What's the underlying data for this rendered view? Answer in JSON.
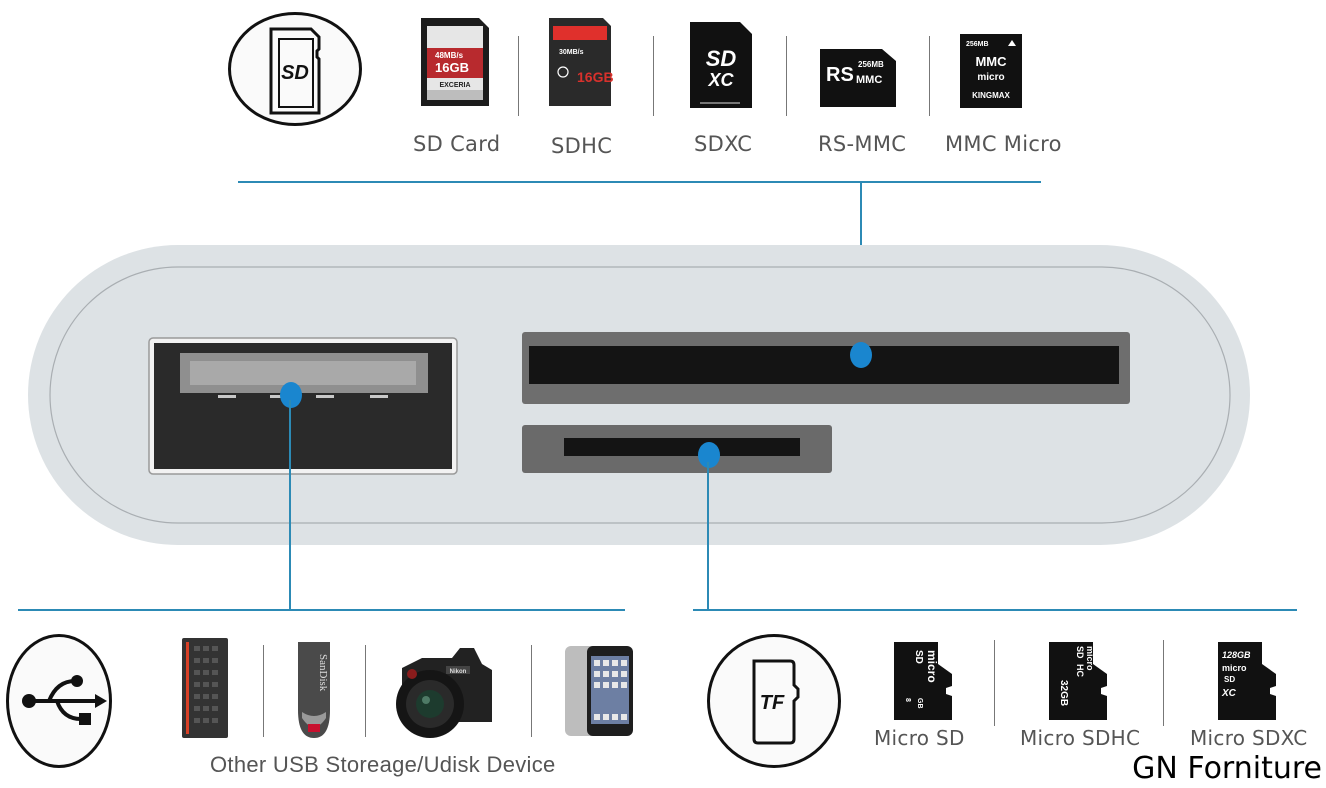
{
  "top_section": {
    "icon": "sd-card-icon",
    "icon_text": "SD",
    "cards": [
      {
        "label": "SD Card",
        "card_lines": [
          "48MB/s",
          "16GB",
          "EXCERIA"
        ]
      },
      {
        "label": "SDHC",
        "card_lines": [
          "30MB/s",
          "16GB"
        ]
      },
      {
        "label": "SDXC",
        "card_lines": [
          "SD",
          "XC"
        ]
      },
      {
        "label": "RS-MMC",
        "card_lines": [
          "RS",
          "256MB",
          "MMC"
        ]
      },
      {
        "label": "MMC Micro",
        "card_lines": [
          "256MB",
          "MMC",
          "micro",
          "KINGMAX"
        ]
      }
    ]
  },
  "usb_section": {
    "icon": "usb-icon",
    "devices": [
      "keyboard-icon",
      "usb-flash-drive-icon",
      "camera-icon",
      "smartphone-icon"
    ],
    "flash_drive_brand": "SanDisk",
    "camera_brand": "Nikon",
    "label": "Other USB Storeage/Udisk Device"
  },
  "tf_section": {
    "icon": "tf-card-icon",
    "icon_text": "TF",
    "cards": [
      {
        "label": "Micro SD",
        "card_lines": [
          "micro",
          "SD",
          "8",
          "GB"
        ]
      },
      {
        "label": "Micro SDHC",
        "card_lines": [
          "micro",
          "SD",
          "HC",
          "32GB"
        ]
      },
      {
        "label": "Micro SDXC",
        "card_lines": [
          "128GB",
          "micro",
          "SD",
          "XC"
        ]
      }
    ]
  },
  "watermark": "GN Forniture",
  "colors": {
    "accent": "#2c8ab5",
    "dot": "#1a86cf",
    "adapter_body": "#dde2e5",
    "label_text": "#555555"
  }
}
